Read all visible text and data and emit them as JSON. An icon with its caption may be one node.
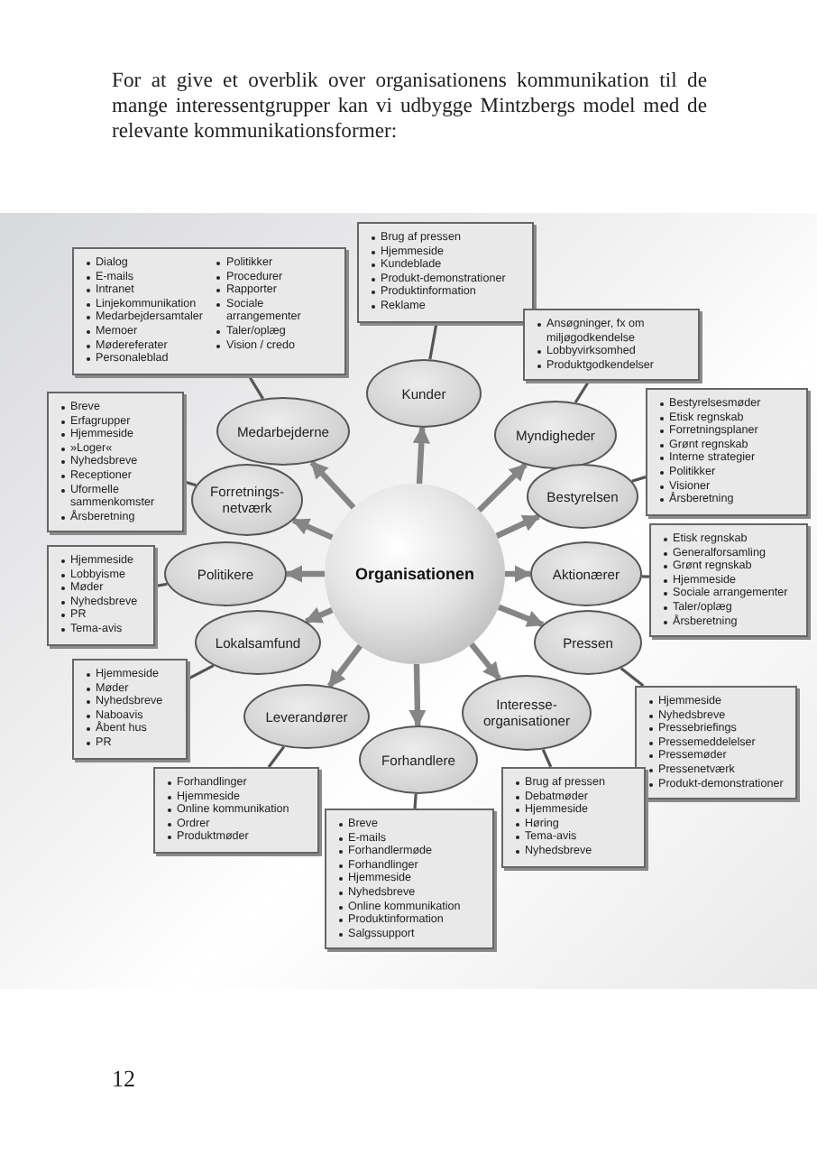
{
  "diagram": {
    "nodes": [
      {
        "text": [
          "Organisationen"
        ]
      },
      {
        "text": [
          "Kunder"
        ]
      },
      {
        "text": [
          "Brug af pressen",
          "Hjemmeside",
          "Kundeblade",
          "Produkt-demonstrationer",
          "Produktinformation",
          "Reklame"
        ]
      },
      {
        "text": [
          "Myndigheder"
        ]
      },
      {
        "text": [
          "Ansøgninger, fx om miljøgodkendelse",
          "Lobbyvirksomhed",
          "Produktgodkendelser"
        ]
      },
      {
        "text": [
          "Bestyrelsen"
        ]
      },
      {
        "text": [
          "Bestyrelsesmøder",
          "Etisk regnskab",
          "Forretningsplaner",
          "Grønt regnskab",
          "Interne strategier",
          "Politikker",
          "Visioner",
          "Årsberetning"
        ]
      },
      {
        "text": [
          "Aktionærer"
        ]
      },
      {
        "text": [
          "Etisk regnskab",
          "Generalforsamling",
          "Grønt regnskab",
          "Hjemmeside",
          "Sociale arrangementer",
          "Taler/oplæg",
          "Årsberetning"
        ]
      },
      {
        "text": [
          "Pressen"
        ]
      },
      {
        "text": [
          "Hjemmeside",
          "Nyhedsbreve",
          "Pressebriefings",
          "Pressemeddelelser",
          "Pressemøder",
          "Pressenetværk",
          "Produkt-demonstrationer"
        ]
      },
      {
        "text": [
          "Interesse-organisationer"
        ]
      },
      {
        "text": [
          "Brug af pressen",
          "Debatmøder",
          "Hjemmeside",
          "Høring",
          "Tema-avis",
          "Nyhedsbreve"
        ]
      },
      {
        "text": [
          "Forhandlere"
        ]
      },
      {
        "text": [
          "Breve",
          "E-mails",
          "Forhandlermøde",
          "Forhandlinger",
          "Hjemmeside",
          "Nyhedsbreve",
          "Online kommunikation",
          "Produktinformation",
          "Salgssupport"
        ]
      },
      {
        "text": [
          "Leverandører"
        ]
      },
      {
        "text": [
          "Forhandlinger",
          "Hjemmeside",
          "Online kommunikation",
          "Ordrer",
          "Produktmøder"
        ]
      },
      {
        "text": [
          "Lokalsamfund"
        ]
      },
      {
        "text": [
          "Hjemmeside",
          "Møder",
          "Nyhedsbreve",
          "Naboavis",
          "Åbent hus",
          "PR"
        ]
      },
      {
        "text": [
          "Politikere"
        ]
      },
      {
        "text": [
          "Hjemmeside",
          "Lobbyisme",
          "Møder",
          "Nyhedsbreve",
          "PR",
          "Tema-avis"
        ]
      },
      {
        "text": [
          "Forretnings-netværk"
        ]
      },
      {
        "text": [
          "Breve",
          "Erfagrupper",
          "Hjemmeside",
          "»Loger«",
          "Nyhedsbreve",
          "Receptioner",
          "Uformelle sammenkomster",
          "Årsberetning"
        ]
      },
      {
        "text": [
          "Medarbejderne"
        ]
      },
      {
        "text": [
          "Dialog",
          "E-mails",
          "Intranet",
          "Linjekommunikation",
          "Medarbejdersamtaler",
          "Memoer",
          "Mødereferater",
          "Personaleblad",
          "Politikker",
          "Procedurer",
          "Rapporter",
          "Sociale arrangementer",
          "Taler/oplæg",
          "Vision / credo"
        ]
      }
    ],
    "edges": [
      {
        "from": 0,
        "to": 1,
        "arrow": "to",
        "style": "thick"
      },
      {
        "from": 1,
        "to": 2,
        "arrow": "none"
      },
      {
        "from": 0,
        "to": 3,
        "arrow": "to",
        "style": "thick"
      },
      {
        "from": 3,
        "to": 4,
        "arrow": "none"
      },
      {
        "from": 0,
        "to": 5,
        "arrow": "to",
        "style": "thick"
      },
      {
        "from": 5,
        "to": 6,
        "arrow": "none"
      },
      {
        "from": 0,
        "to": 7,
        "arrow": "to",
        "style": "thick"
      },
      {
        "from": 7,
        "to": 8,
        "arrow": "none"
      },
      {
        "from": 0,
        "to": 9,
        "arrow": "to",
        "style": "thick"
      },
      {
        "from": 9,
        "to": 10,
        "arrow": "none"
      },
      {
        "from": 0,
        "to": 11,
        "arrow": "to",
        "style": "thick"
      },
      {
        "from": 11,
        "to": 12,
        "arrow": "none"
      },
      {
        "from": 0,
        "to": 13,
        "arrow": "to",
        "style": "thick"
      },
      {
        "from": 13,
        "to": 14,
        "arrow": "none"
      },
      {
        "from": 0,
        "to": 15,
        "arrow": "to",
        "style": "thick"
      },
      {
        "from": 15,
        "to": 16,
        "arrow": "none"
      },
      {
        "from": 0,
        "to": 17,
        "arrow": "to",
        "style": "thick"
      },
      {
        "from": 17,
        "to": 18,
        "arrow": "none"
      },
      {
        "from": 0,
        "to": 19,
        "arrow": "to",
        "style": "thick"
      },
      {
        "from": 19,
        "to": 20,
        "arrow": "none"
      },
      {
        "from": 0,
        "to": 21,
        "arrow": "to",
        "style": "thick"
      },
      {
        "from": 21,
        "to": 22,
        "arrow": "none"
      },
      {
        "from": 0,
        "to": 23,
        "arrow": "to",
        "style": "thick"
      },
      {
        "from": 23,
        "to": 24,
        "arrow": "none"
      }
    ],
    "labels": [
      "For at give et overblik over organisationens kommunikation til de mange interessentgrupper kan vi udbygge Mintzbergs model med de relevante kommunikationsformer:",
      "12"
    ]
  }
}
